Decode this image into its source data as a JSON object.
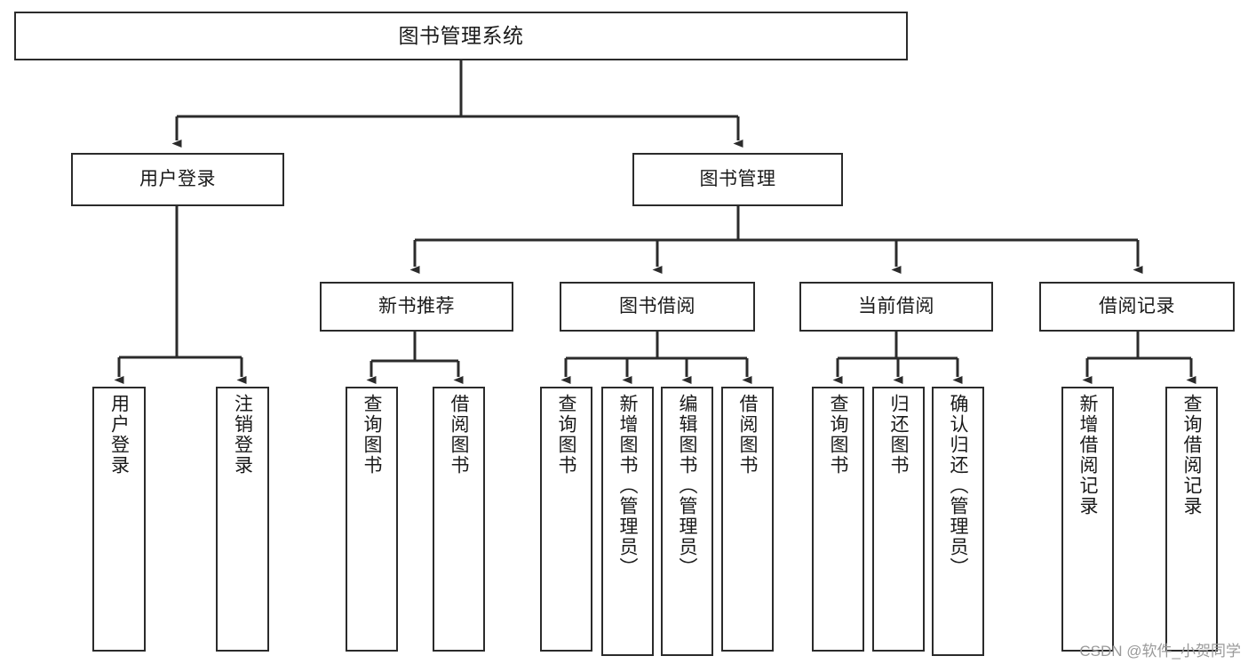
{
  "diagram": {
    "title": "图书管理系统",
    "type": "hierarchy-tree",
    "watermark": "CSDN @软件_小贺同学",
    "colors": {
      "box_border": "#2b2b2b",
      "box_fill": "#ffffff",
      "connector": "#2b2b2b",
      "text": "#1a1a1a",
      "watermark": "#9a9a9a",
      "canvas": "#ffffff"
    },
    "levels": {
      "root": {
        "label": "图书管理系统"
      },
      "level2": [
        {
          "label": "用户登录"
        },
        {
          "label": "图书管理"
        }
      ],
      "level3": [
        {
          "label": "新书推荐"
        },
        {
          "label": "图书借阅"
        },
        {
          "label": "当前借阅"
        },
        {
          "label": "借阅记录"
        }
      ],
      "leaves": {
        "user_login": [
          {
            "label": "用户登录"
          },
          {
            "label": "注销登录"
          }
        ],
        "new_book_recommend": [
          {
            "label": "查询图书"
          },
          {
            "label": "借阅图书"
          }
        ],
        "book_borrow": [
          {
            "label": "查询图书"
          },
          {
            "label": "新增图书（管理员）"
          },
          {
            "label": "编辑图书（管理员）"
          },
          {
            "label": "借阅图书"
          }
        ],
        "current_borrow": [
          {
            "label": "查询图书"
          },
          {
            "label": "归还图书"
          },
          {
            "label": "确认归还（管理员）"
          }
        ],
        "borrow_record": [
          {
            "label": "新增借阅记录"
          },
          {
            "label": "查询借阅记录"
          }
        ]
      }
    }
  }
}
